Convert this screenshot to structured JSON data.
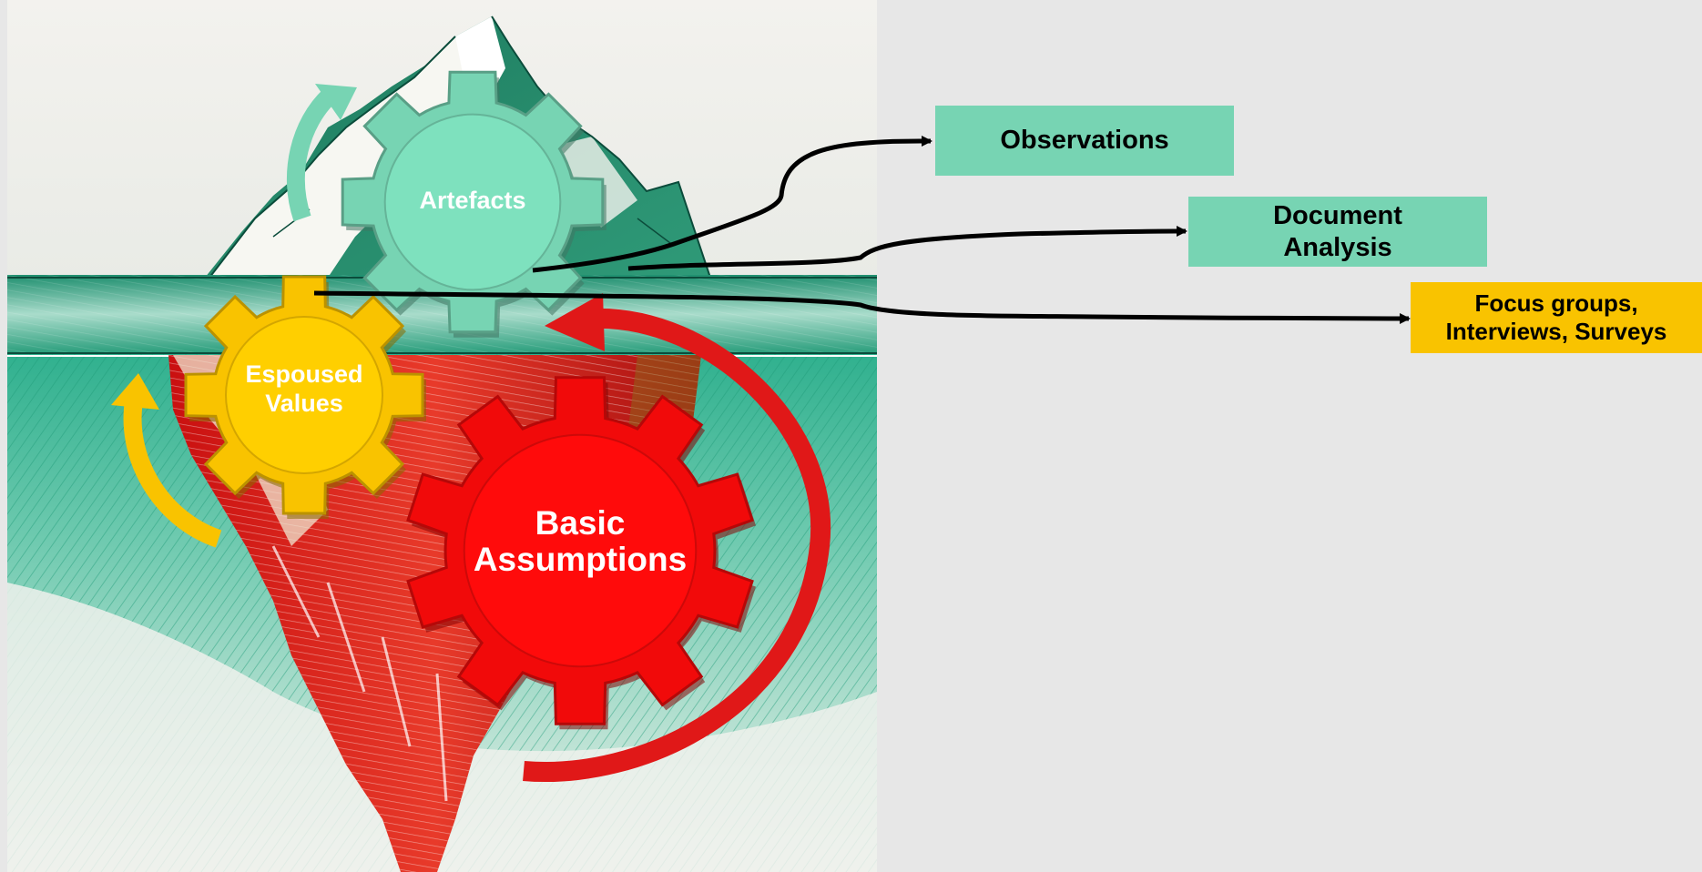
{
  "gears": {
    "artefacts": "Artefacts",
    "espoused": [
      "Espoused",
      "Values"
    ],
    "basic": [
      "Basic",
      "Assumptions"
    ]
  },
  "methods": {
    "observations": "Observations",
    "document_analysis": "Document\nAnalysis",
    "focus_groups": "Focus groups,\nInterviews, Surveys"
  },
  "colors": {
    "background": "#e7e7e7",
    "teal": "#77d4b3",
    "yellow": "#f9c300",
    "red": "#f10a0a",
    "arrow": "#000000"
  }
}
